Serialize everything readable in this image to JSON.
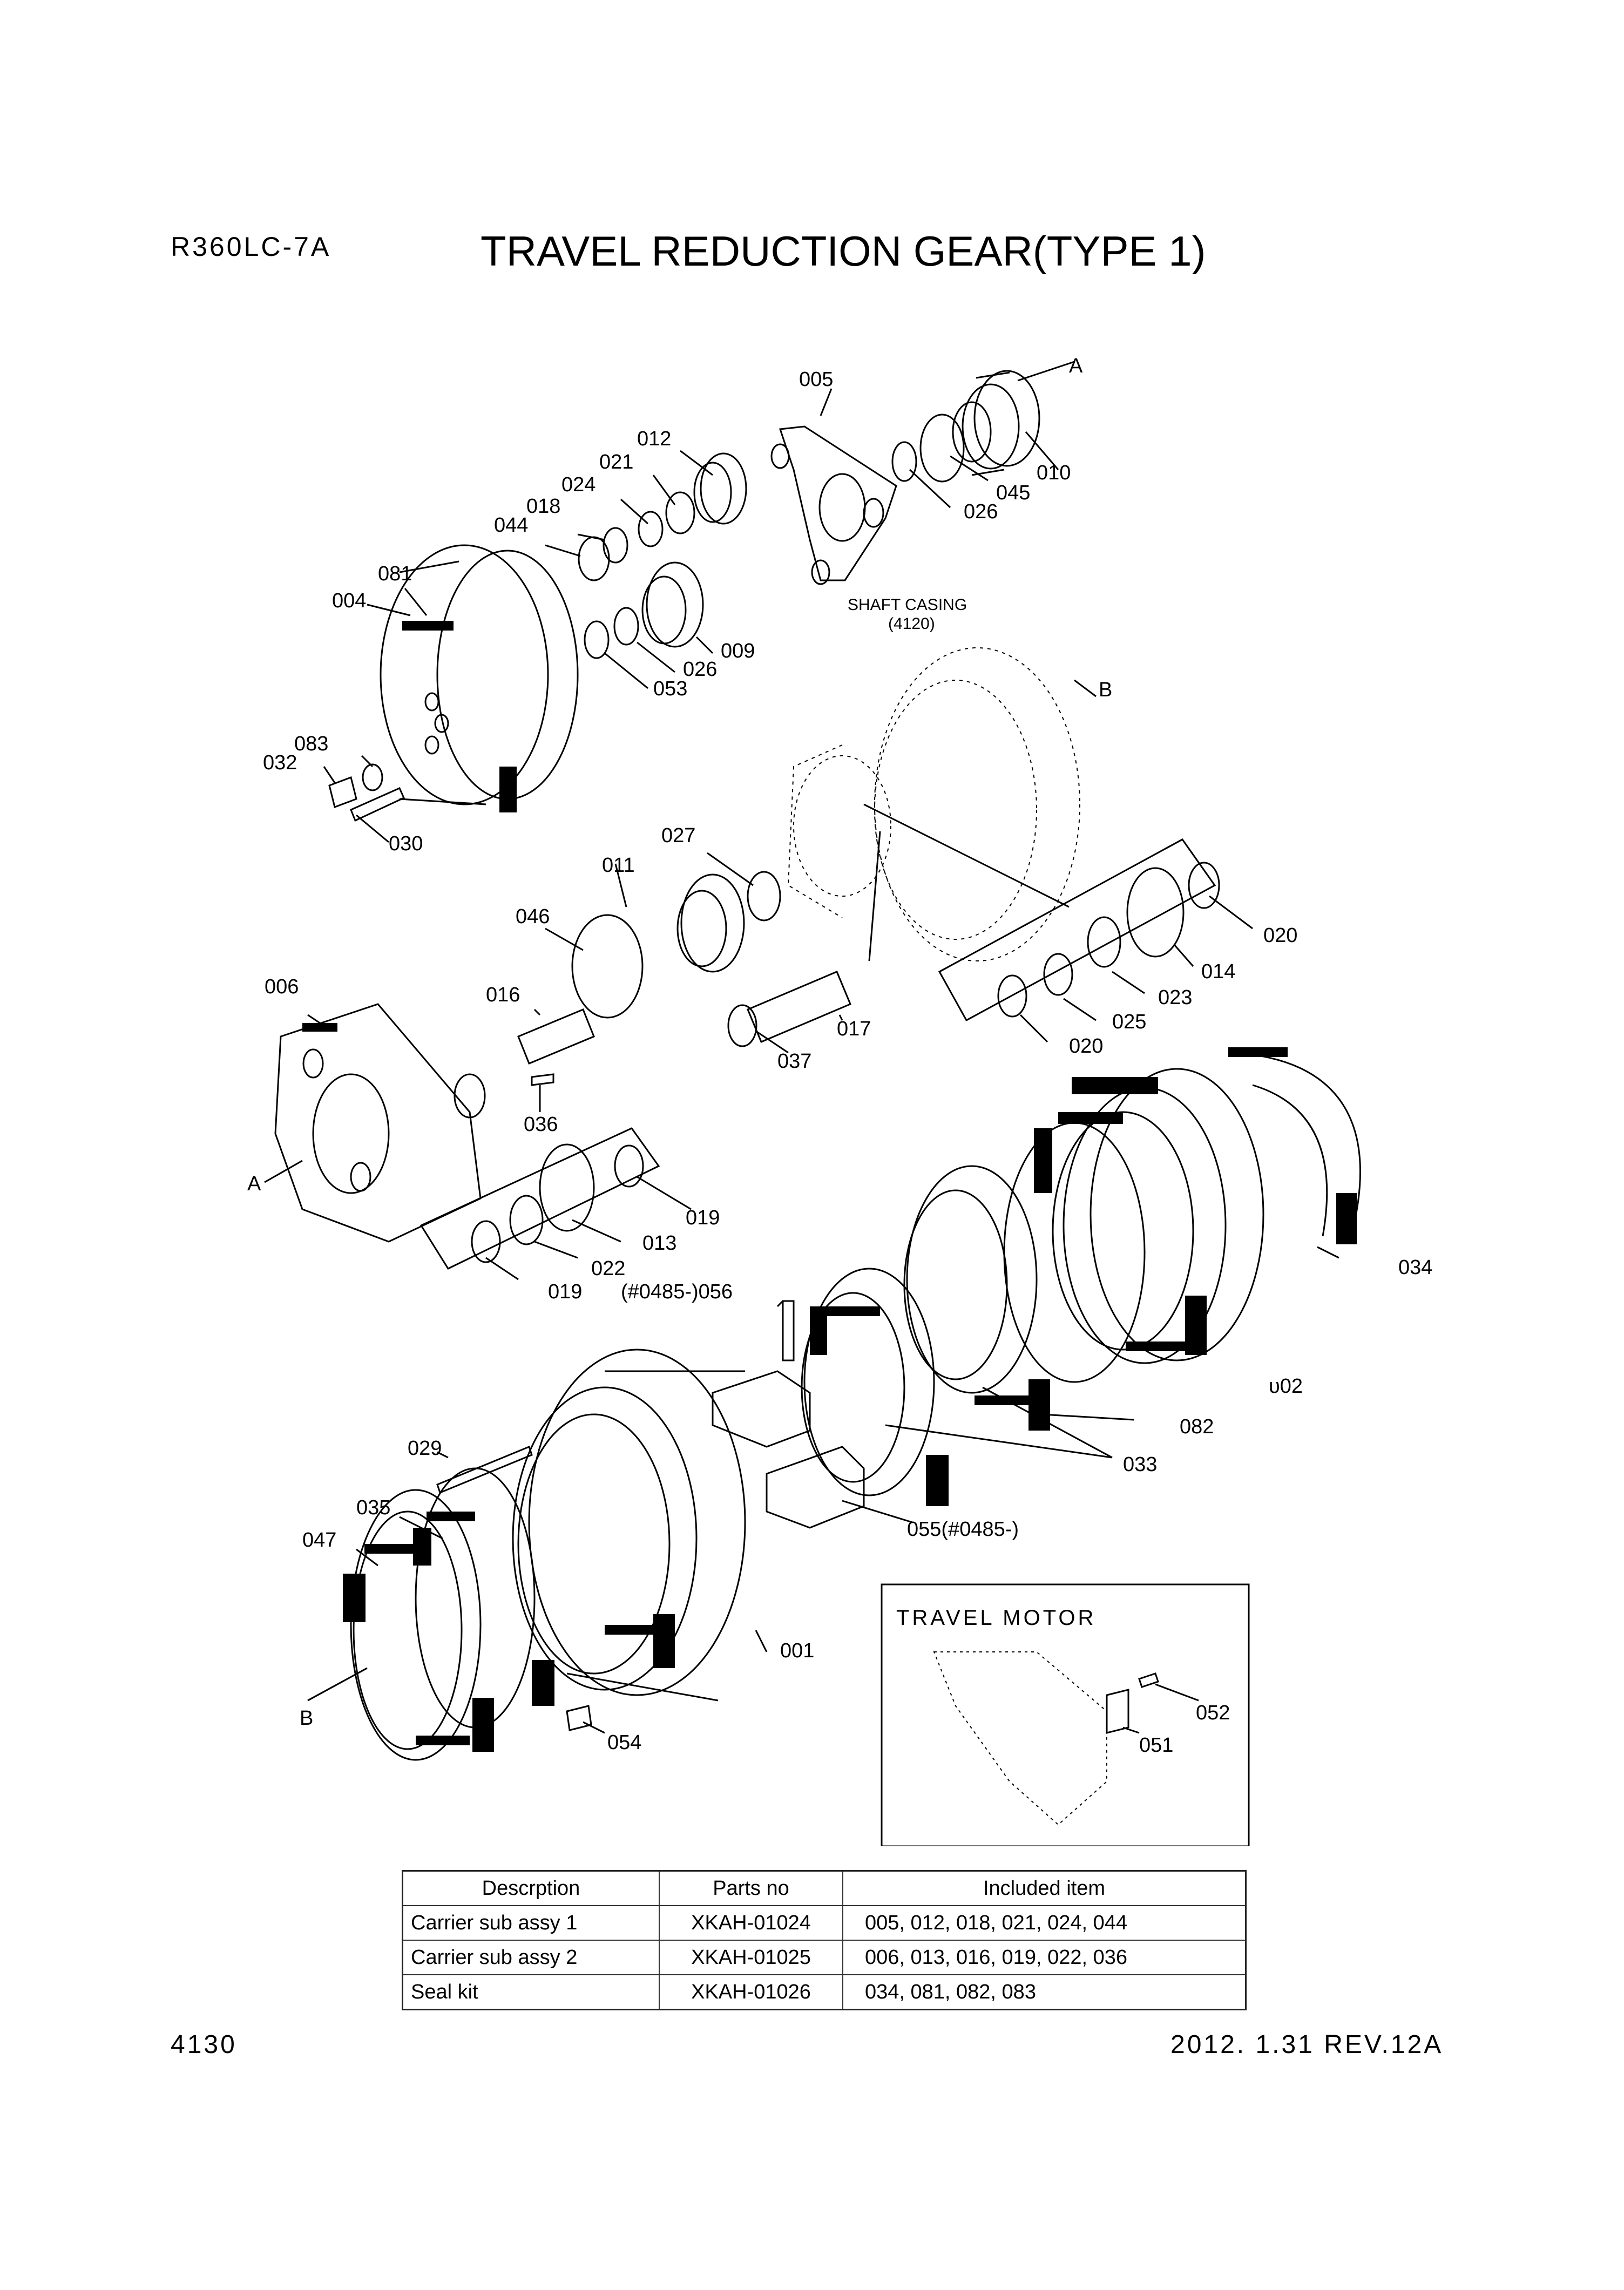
{
  "header": {
    "model": "R360LC-7A",
    "title": "TRAVEL REDUCTION GEAR(TYPE 1)"
  },
  "footer": {
    "page_number": "4130",
    "date_revision": "2012. 1.31  REV.12A"
  },
  "diagram": {
    "shaft_casing_label": "SHAFT CASING",
    "shaft_casing_ref": "(4120)",
    "travel_motor_label": "TRAVEL MOTOR",
    "callouts": {
      "c001": "001",
      "c002": "υ02",
      "c004": "004",
      "c005": "005",
      "c006": "006",
      "c009": "009",
      "c010": "010",
      "c011": "011",
      "c012": "012",
      "c013": "013",
      "c014": "014",
      "c016": "016",
      "c017": "017",
      "c018": "018",
      "c019a": "019",
      "c019b": "019",
      "c020a": "020",
      "c020b": "020",
      "c021": "021",
      "c022": "022",
      "c023": "023",
      "c024": "024",
      "c025": "025",
      "c026a": "026",
      "c026b": "026",
      "c027": "027",
      "c029": "029",
      "c030": "030",
      "c032": "032",
      "c033": "033",
      "c034": "034",
      "c035": "035",
      "c036": "036",
      "c037": "037",
      "c044": "044",
      "c045": "045",
      "c046": "046",
      "c047": "047",
      "c051": "051",
      "c052": "052",
      "c053": "053",
      "c054": "054",
      "c055": "055(#0485-)",
      "c056": "(#0485-)056",
      "c081": "081",
      "c082": "082",
      "c083": "083",
      "refA1": "A",
      "refA2": "A",
      "refB1": "B",
      "refB2": "B"
    }
  },
  "parts_table": {
    "headers": [
      "Descrption",
      "Parts no",
      "Included item"
    ],
    "rows": [
      {
        "description": "Carrier sub assy 1",
        "parts_no": "XKAH-01024",
        "included": "005, 012,  018,  021, 024, 044"
      },
      {
        "description": "Carrier sub assy 2",
        "parts_no": "XKAH-01025",
        "included": "006, 013, 016, 019, 022, 036"
      },
      {
        "description": "Seal kit",
        "parts_no": "XKAH-01026",
        "included": "034, 081, 082, 083"
      }
    ]
  }
}
